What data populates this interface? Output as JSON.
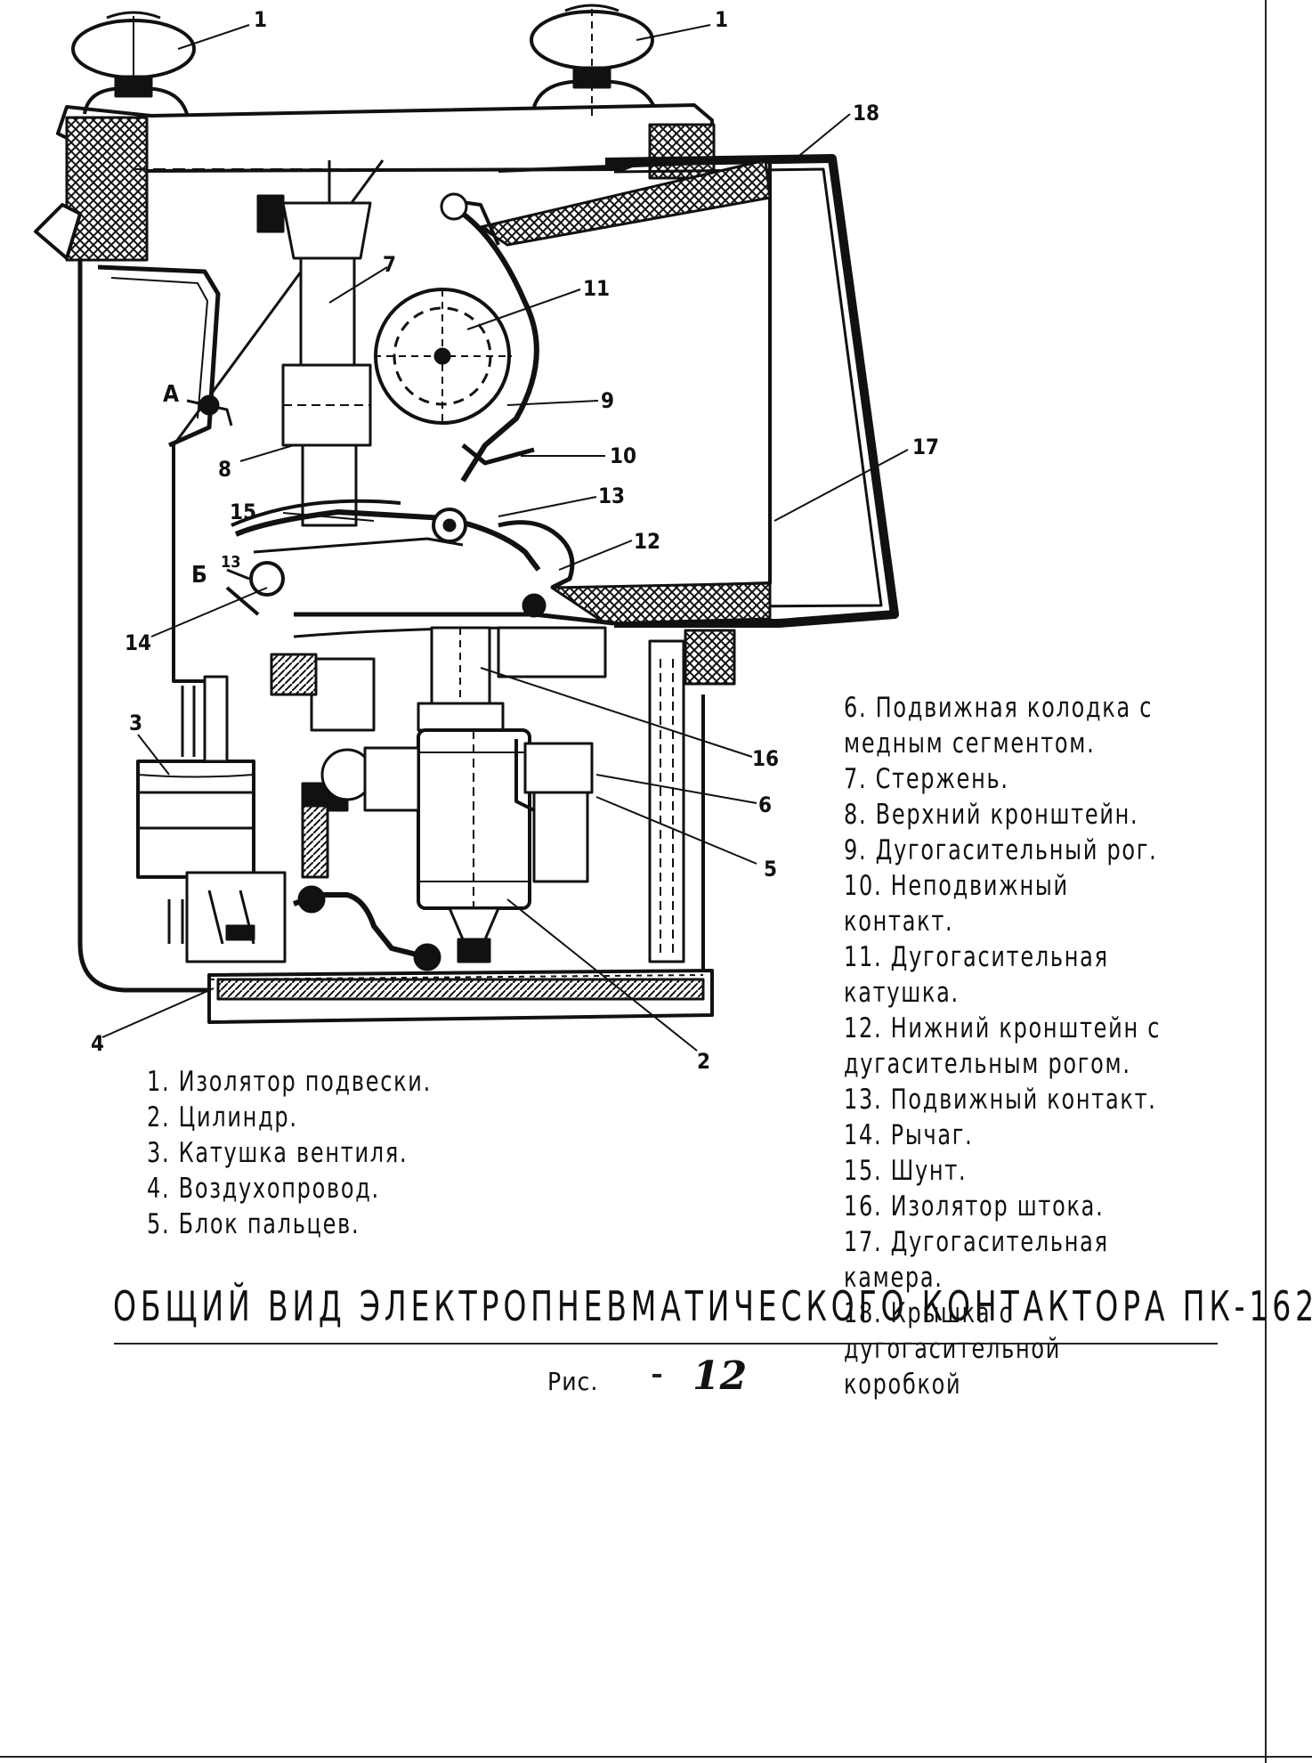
{
  "diagram": {
    "labels": {
      "a": "А",
      "b": "Б",
      "c1": "1",
      "c1b": "1",
      "c2": "2",
      "c4": "4",
      "c5": "5",
      "c6": "6",
      "c7": "7",
      "c8": "8",
      "c9": "9",
      "c10": "10",
      "c11": "11",
      "c12": "12",
      "c13": "13",
      "c14": "14",
      "c15": "15",
      "c16": "16",
      "c17": "17",
      "c18": "18",
      "c3": "3",
      "c13b": "13"
    }
  },
  "legend_left": [
    {
      "num": "1.",
      "text": "Изолятор подвески."
    },
    {
      "num": "2.",
      "text": "Цилиндр."
    },
    {
      "num": "3.",
      "text": "Катушка вентиля."
    },
    {
      "num": "4.",
      "text": "Воздухопровод."
    },
    {
      "num": "5.",
      "text": "Блок пальцев."
    }
  ],
  "legend_right": [
    {
      "num": "6.",
      "text": "Подвижная колодка с медным сегментом."
    },
    {
      "num": "7.",
      "text": "Стержень."
    },
    {
      "num": "8.",
      "text": "Верхний кронштейн."
    },
    {
      "num": "9.",
      "text": "Дугогасительный рог."
    },
    {
      "num": "10.",
      "text": "Неподвижный контакт."
    },
    {
      "num": "11.",
      "text": "Дугогасительная катушка."
    },
    {
      "num": "12.",
      "text": "Нижний кронштейн с дугасительным рогом."
    },
    {
      "num": "13.",
      "text": "Подвижный контакт."
    },
    {
      "num": "14.",
      "text": "Рычаг."
    },
    {
      "num": "15.",
      "text": "Шунт."
    },
    {
      "num": "16.",
      "text": "Изолятор штока."
    },
    {
      "num": "17.",
      "text": "Дугогасительная камера."
    },
    {
      "num": "18.",
      "text": "Крышка с дугогасительной коробкой"
    }
  ],
  "title": "ОБЩИЙ ВИД ЭЛЕКТРОПНЕВМАТИЧЕСКОГО КОНТАКТОРА ПК-162.",
  "figure": {
    "caption": "Рис.",
    "number": "12"
  }
}
